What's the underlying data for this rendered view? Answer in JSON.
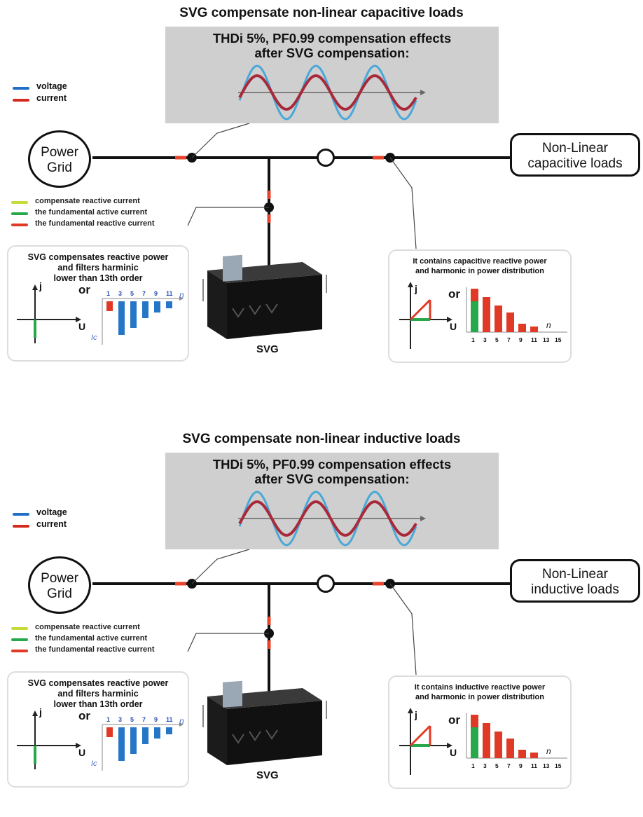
{
  "panels": [
    {
      "title": "SVG compensate non-linear capacitive loads",
      "effect_text_line1": "THDi 5%, PF0.99 compensation effects",
      "effect_text_line2": "after SVG compensation:",
      "legend_top": [
        {
          "label": "voltage",
          "color": "#1f6fc7"
        },
        {
          "label": "current",
          "color": "#d42a1e"
        }
      ],
      "grid_line1": "Power",
      "grid_line2": "Grid",
      "load_line1": "Non-Linear",
      "load_line2": "capacitive loads",
      "legend_mid": [
        {
          "label": "compensate reactive current",
          "color": "#c7dc3a"
        },
        {
          "label": "the fundamental active current",
          "color": "#27a84a"
        },
        {
          "label": "the fundamental reactive current",
          "color": "#e03a26"
        }
      ],
      "left_card_line1": "SVG compensates reactive power",
      "left_card_line2": "and filters harminic",
      "left_card_line3": "lower than 13th order",
      "or_label": "or",
      "axis_j": "j",
      "axis_u": "U",
      "axis_n": "n",
      "axis_ic": "Ic",
      "left_harmonic_labels": [
        "1",
        "3",
        "5",
        "7",
        "9",
        "11"
      ],
      "svg_label": "SVG",
      "right_card_line1": "It contains capacitive reactive power",
      "right_card_line2": "and harmonic in power distribution",
      "right_harmonic_labels": [
        "1",
        "3",
        "5",
        "7",
        "9",
        "11",
        "13",
        "15"
      ],
      "right_n": "n",
      "right_j": "j",
      "right_u": "U",
      "right_or": "or"
    },
    {
      "title": "SVG compensate non-linear inductive loads",
      "effect_text_line1": "THDi 5%, PF0.99 compensation effects",
      "effect_text_line2": "after SVG compensation:",
      "legend_top": [
        {
          "label": "voltage",
          "color": "#1f6fc7"
        },
        {
          "label": "current",
          "color": "#d42a1e"
        }
      ],
      "grid_line1": "Power",
      "grid_line2": "Grid",
      "load_line1": "Non-Linear",
      "load_line2": "inductive loads",
      "legend_mid": [
        {
          "label": "compensate reactive current",
          "color": "#c7dc3a"
        },
        {
          "label": "the fundamental active current",
          "color": "#27a84a"
        },
        {
          "label": "the fundamental reactive current",
          "color": "#e03a26"
        }
      ],
      "left_card_line1": "SVG compensates reactive power",
      "left_card_line2": "and filters harminic",
      "left_card_line3": "lower than 13th order",
      "or_label": "or",
      "axis_j": "j",
      "axis_u": "U",
      "axis_n": "n",
      "axis_ic": "Ic",
      "left_harmonic_labels": [
        "1",
        "3",
        "5",
        "7",
        "9",
        "11"
      ],
      "svg_label": "SVG",
      "right_card_line1": "It contains inductive reactive power",
      "right_card_line2": "and harmonic in power distribution",
      "right_harmonic_labels": [
        "1",
        "3",
        "5",
        "7",
        "9",
        "11",
        "13",
        "15"
      ],
      "right_n": "n",
      "right_j": "j",
      "right_u": "U",
      "right_or": "or"
    }
  ]
}
